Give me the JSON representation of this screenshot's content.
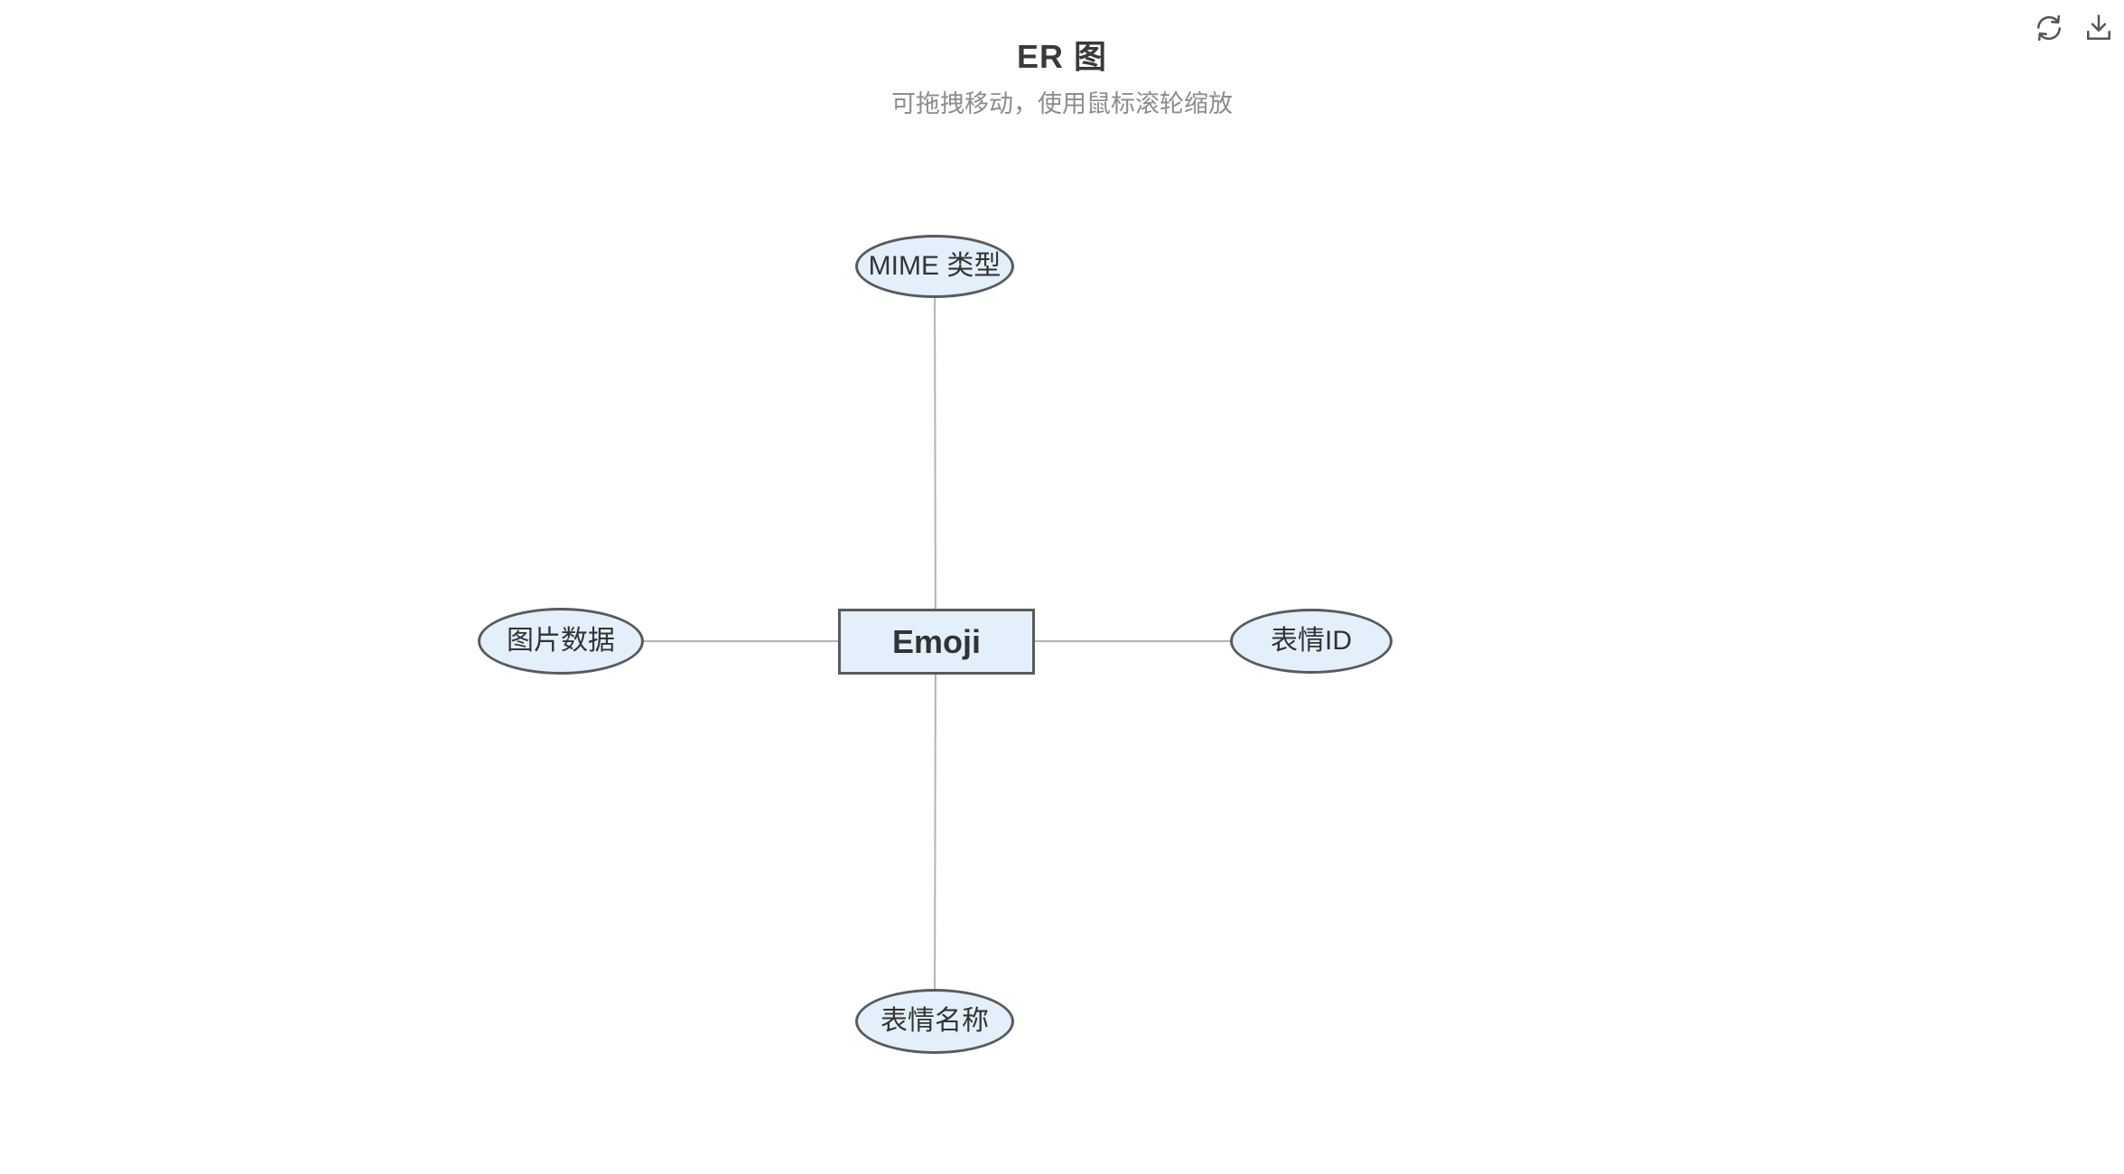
{
  "header": {
    "title": "ER 图",
    "subtitle": "可拖拽移动，使用鼠标滚轮缩放"
  },
  "toolbar": {
    "refresh_icon": "refresh-icon",
    "download_icon": "download-icon"
  },
  "diagram": {
    "type": "er-diagram",
    "entity": {
      "label": "Emoji"
    },
    "attributes": [
      {
        "label": "MIME 类型",
        "position": "top"
      },
      {
        "label": "图片数据",
        "position": "left"
      },
      {
        "label": "表情ID",
        "position": "right"
      },
      {
        "label": "表情名称",
        "position": "bottom"
      }
    ],
    "edges": [
      {
        "from": "Emoji",
        "to": "MIME 类型"
      },
      {
        "from": "Emoji",
        "to": "图片数据"
      },
      {
        "from": "Emoji",
        "to": "表情ID"
      },
      {
        "from": "Emoji",
        "to": "表情名称"
      }
    ],
    "colors": {
      "node_fill": "#e3f0fb",
      "node_border": "#5a5a5a",
      "edge": "#b3b3b3",
      "title_text": "#3a3a3a",
      "subtitle_text": "#8c8c8c",
      "icon": "#555555",
      "background": "#ffffff"
    }
  }
}
